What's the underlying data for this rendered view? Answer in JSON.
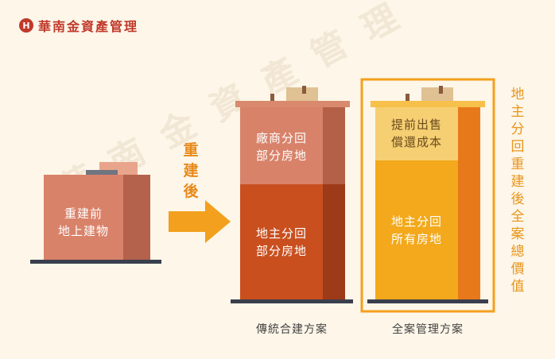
{
  "brand": {
    "logo_glyph": "H",
    "name": "華南金資產管理"
  },
  "watermark": {
    "text": "華南金資產管理"
  },
  "before": {
    "line1": "重建前",
    "line2": "地上建物"
  },
  "arrow": {
    "label": "重建後"
  },
  "traditional": {
    "top_line1": "廠商分回",
    "top_line2": "部分房地",
    "bottom_line1": "地主分回",
    "bottom_line2": "部分房地",
    "caption": "傳統合建方案"
  },
  "full": {
    "top_line1": "提前出售",
    "top_line2": "償還成本",
    "bottom_line1": "地主分回",
    "bottom_line2": "所有房地",
    "caption": "全案管理方案"
  },
  "side_note": {
    "text": "地主分回重建後全案總價值"
  },
  "colors": {
    "before_front": "#d9826a",
    "before_side": "#b4624c",
    "trad_top": "#d9826a",
    "trad_bottom": "#c94f1f",
    "trad_side_top": "#b45f47",
    "trad_side_bottom": "#9d3a17",
    "full_top": "#f5cf72",
    "full_bottom": "#f3a91b",
    "full_side": "#e8791a",
    "arrow": "#f2a01d",
    "highlight_border": "#f2a01d",
    "base": "#3a3f4d"
  }
}
